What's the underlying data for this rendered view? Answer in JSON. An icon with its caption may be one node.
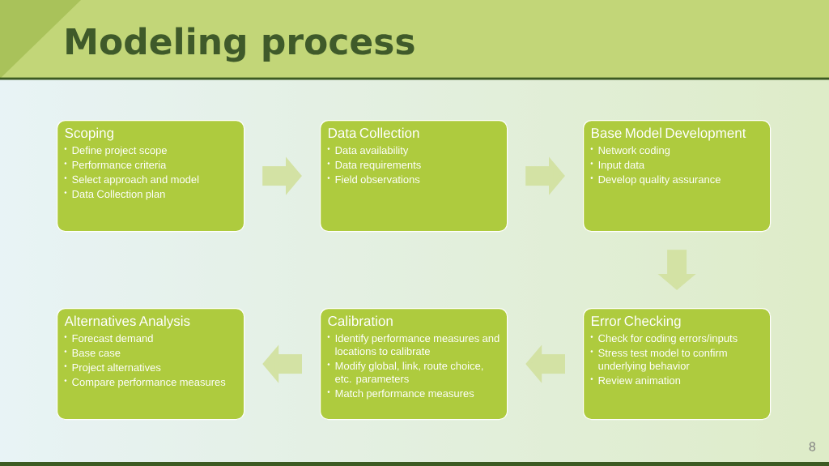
{
  "diagram": {
    "title": "Modeling process",
    "nodes": [
      {
        "text": [
          "Scoping",
          "Define project scope",
          "Performance criteria",
          "Select approach and model",
          "Data Collection plan"
        ]
      },
      {
        "text": [
          "Data Collection",
          "Data availability",
          "Data requirements",
          "Field observations"
        ]
      },
      {
        "text": [
          "Base Model Development",
          "Network coding",
          "Input data",
          "Develop quality assurance"
        ]
      },
      {
        "text": [
          "Alternatives Analysis",
          "Forecast demand",
          "Base case",
          "Project alternatives",
          "Compare performance measures"
        ]
      },
      {
        "text": [
          "Calibration",
          "Identify performance measures and locations to calibrate",
          "Modify global, link, route choice, etc. parameters",
          "Match performance measures"
        ]
      },
      {
        "text": [
          "Error Checking",
          "Check for coding errors/inputs",
          "Stress test model to confirm underlying behavior",
          "Review animation"
        ]
      }
    ],
    "edges": [
      {
        "from": 0,
        "to": 1,
        "arrow": "to"
      },
      {
        "from": 1,
        "to": 2,
        "arrow": "to"
      },
      {
        "from": 2,
        "to": 5,
        "arrow": "to"
      },
      {
        "from": 5,
        "to": 4,
        "arrow": "to"
      },
      {
        "from": 4,
        "to": 3,
        "arrow": "to"
      }
    ],
    "labels": [
      "8"
    ]
  }
}
